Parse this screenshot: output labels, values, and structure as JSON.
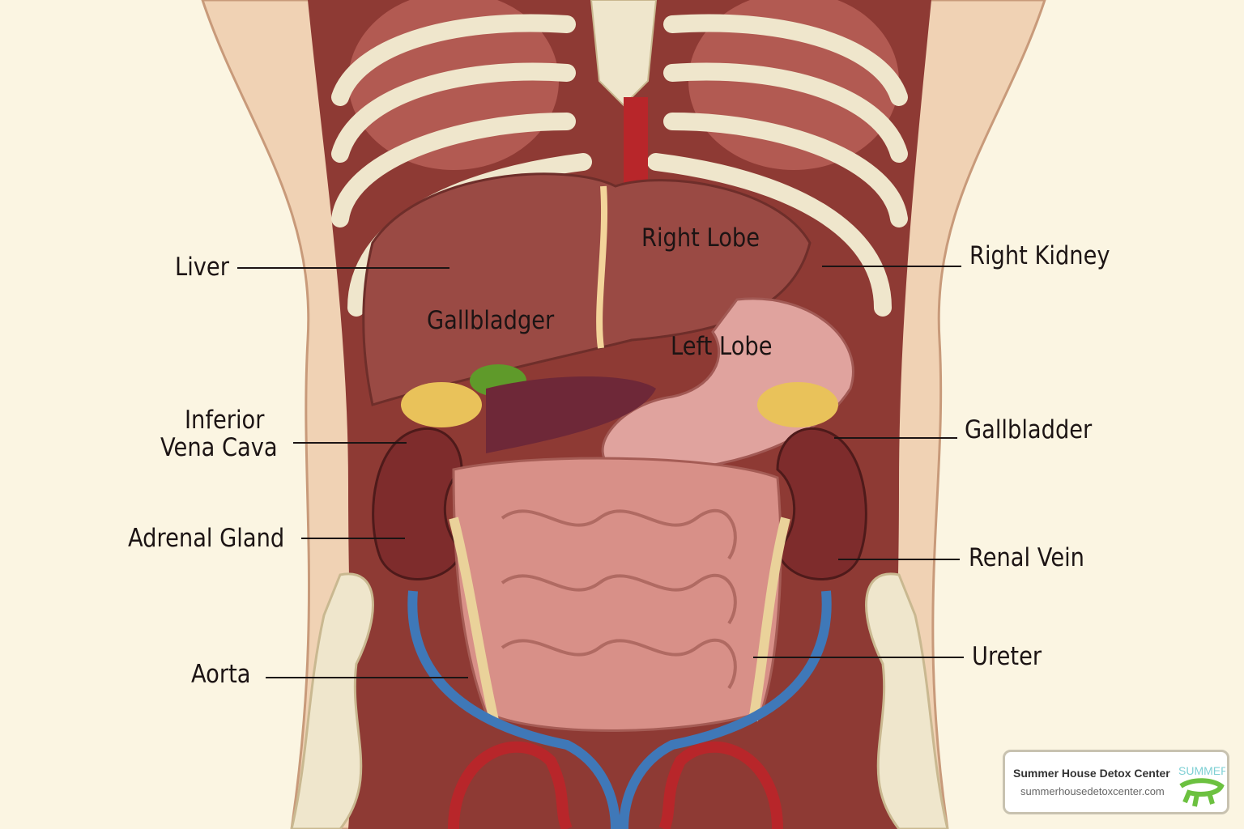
{
  "labels": {
    "liver": "Liver",
    "right_lobe": "Right Lobe",
    "gallbladger": "Gallbladger",
    "left_lobe": "Left Lobe",
    "right_kidney": "Right Kidney",
    "ivc_line1": "Inferior",
    "ivc_line2": "Vena Cava",
    "gallbladder": "Gallbladder",
    "adrenal_gland": "Adrenal Gland",
    "renal_vein": "Renal Vein",
    "aorta": "Aorta",
    "ureter": "Ureter"
  },
  "badge": {
    "name": "Summer House Detox Center",
    "url": "summerhousedetoxcenter.com",
    "logo_text": "SUMMER HOUSE"
  },
  "colors": {
    "background": "#fbf5e2",
    "skin": "#f0d2b4",
    "organ": "#9a4a44",
    "vein": "#3f78b8",
    "artery": "#b8262a",
    "bone": "#efe6cc"
  }
}
